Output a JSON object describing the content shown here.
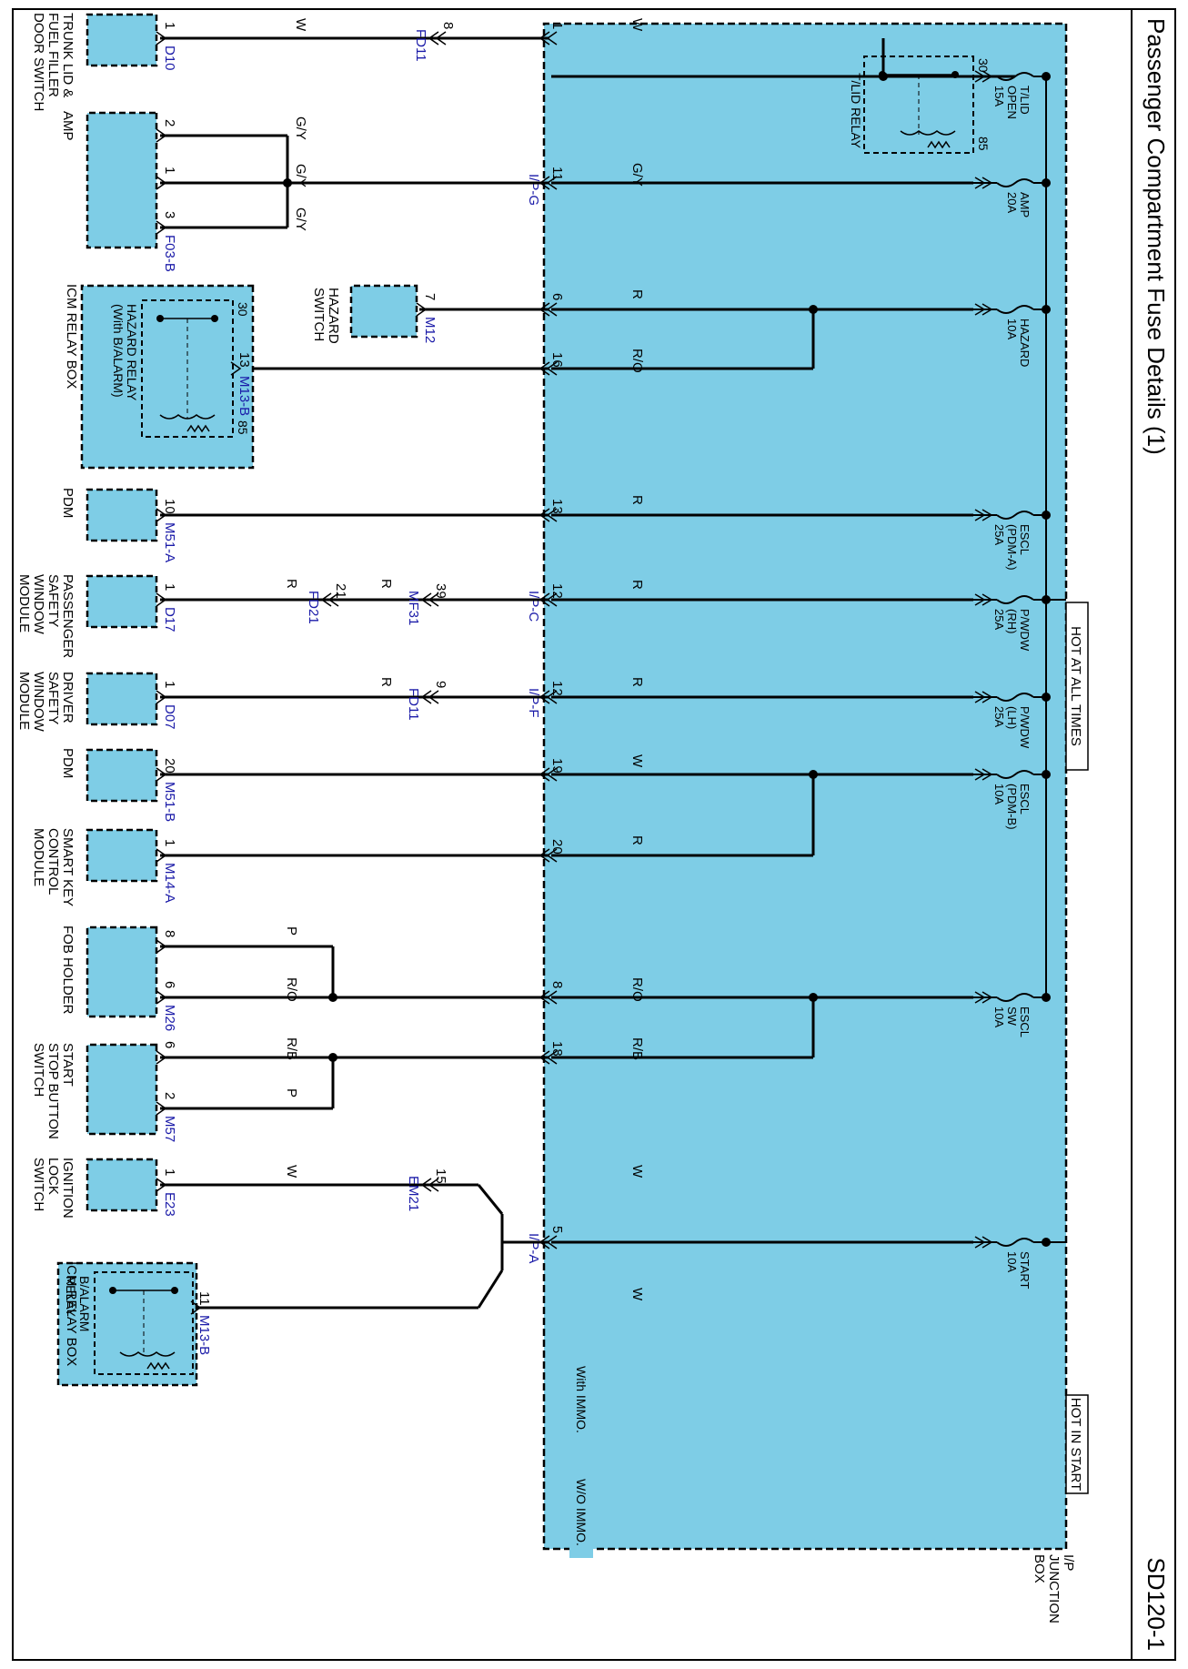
{
  "title": "Passenger Compartment Fuse Details (1)",
  "page_code": "SD120-1",
  "junction_box_label": [
    "I/P",
    "JUNCTION",
    "BOX"
  ],
  "hot_at_all_times": "HOT AT ALL TIMES",
  "hot_in_start": "HOT IN START",
  "option_with_immo": "With IMMO.",
  "option_wo_immo": "W/O IMMO.",
  "relay_tlid": {
    "name": "T/LID RELAY",
    "pin_a": "30",
    "pin_b": "85"
  },
  "relay_hazard": {
    "name": [
      "HAZARD RELAY",
      "(With B/ALARM)"
    ],
    "pin_a": "30",
    "pin_b": "85"
  },
  "relay_balarm": {
    "name": [
      "B/ALARM",
      "RELAY"
    ]
  },
  "fuses": [
    {
      "lines": [
        "T/LID",
        "OPEN",
        "15A"
      ]
    },
    {
      "lines": [
        "AMP",
        "20A"
      ]
    },
    {
      "lines": [
        "HAZARD",
        "10A"
      ]
    },
    {
      "lines": [
        "ESCL",
        "(PDM-A)",
        "25A"
      ]
    },
    {
      "lines": [
        "P/WDW",
        "(RH)",
        "25A"
      ]
    },
    {
      "lines": [
        "P/WDW",
        "(LH)",
        "25A"
      ]
    },
    {
      "lines": [
        "ESCL",
        "(PDM-B)",
        "10A"
      ]
    },
    {
      "lines": [
        "ESCL",
        "SW",
        "10A"
      ]
    },
    {
      "lines": [
        "START",
        "10A"
      ]
    }
  ],
  "jb_pins": [
    {
      "pin": "1",
      "conn": ""
    },
    {
      "pin": "11",
      "conn": "I/P-G"
    },
    {
      "pin": "6",
      "conn": ""
    },
    {
      "pin": "16",
      "conn": ""
    },
    {
      "pin": "13",
      "conn": ""
    },
    {
      "pin": "12",
      "conn": "I/P-C"
    },
    {
      "pin": "12",
      "conn": "I/P-F"
    },
    {
      "pin": "19",
      "conn": ""
    },
    {
      "pin": "20",
      "conn": ""
    },
    {
      "pin": "8",
      "conn": ""
    },
    {
      "pin": "18",
      "conn": ""
    },
    {
      "pin": "5",
      "conn": "I/P-A"
    }
  ],
  "wire_colors_jb": [
    "W",
    "G/Y",
    "R",
    "R/O",
    "R",
    "R",
    "R",
    "W",
    "R",
    "R/O",
    "R/B",
    "W",
    "W"
  ],
  "inline_connectors": [
    {
      "pin": "8",
      "conn": "FD11"
    },
    {
      "pin": "39",
      "conn": "MF31"
    },
    {
      "pin": "21",
      "conn": "FD21"
    },
    {
      "pin": "9",
      "conn": "FD11"
    },
    {
      "pin": "15",
      "conn": "EM21"
    }
  ],
  "left_wire_colors": {
    "trunk": "W",
    "amp": [
      "G/Y",
      "G/Y",
      "G/Y"
    ],
    "pass_window": [
      "R",
      "R"
    ],
    "driver_window": "R",
    "fob": [
      "P",
      "R/O"
    ],
    "start": [
      "R/B",
      "P"
    ],
    "ignition": "W"
  },
  "components": [
    {
      "name": [
        "TRUNK LID &",
        "FUEL FILLER",
        "DOOR SWITCH"
      ],
      "pins": [
        "1"
      ],
      "conn": "D10"
    },
    {
      "name": [
        "AMP"
      ],
      "pins": [
        "2",
        "1",
        "3"
      ],
      "conn": "F03-B"
    },
    {
      "name": [
        "HAZARD",
        "SWITCH"
      ],
      "pins": [
        "7"
      ],
      "conn": "M12"
    },
    {
      "name": [
        "ICM RELAY BOX"
      ],
      "pins": [
        "13"
      ],
      "conn": "M13-B"
    },
    {
      "name": [
        "PDM"
      ],
      "pins": [
        "10"
      ],
      "conn": "M51-A"
    },
    {
      "name": [
        "PASSENGER",
        "SAFETY",
        "WINDOW",
        "MODULE"
      ],
      "pins": [
        "1"
      ],
      "conn": "D17"
    },
    {
      "name": [
        "DRIVER",
        "SAFETY",
        "WINDOW",
        "MODULE"
      ],
      "pins": [
        "1"
      ],
      "conn": "D07"
    },
    {
      "name": [
        "PDM"
      ],
      "pins": [
        "20"
      ],
      "conn": "M51-B"
    },
    {
      "name": [
        "SMART KEY",
        "CONTROL",
        "MODULE"
      ],
      "pins": [
        "1"
      ],
      "conn": "M14-A"
    },
    {
      "name": [
        "FOB HOLDER"
      ],
      "pins": [
        "8",
        "6"
      ],
      "conn": "M26"
    },
    {
      "name": [
        "START",
        "STOP BUTTON",
        "SWITCH"
      ],
      "pins": [
        "6",
        "2"
      ],
      "conn": "M57"
    },
    {
      "name": [
        "IGNITION",
        "LOCK",
        "SWITCH"
      ],
      "pins": [
        "1"
      ],
      "conn": "E23"
    },
    {
      "name": [
        "ICM RELAY BOX"
      ],
      "pins": [
        "11"
      ],
      "conn": "M13-B"
    }
  ],
  "colors": {
    "box_fill": "#7ecde6",
    "wire": "#000000",
    "connector_text": "#1a1aa8",
    "page_bg": "#ffffff"
  }
}
